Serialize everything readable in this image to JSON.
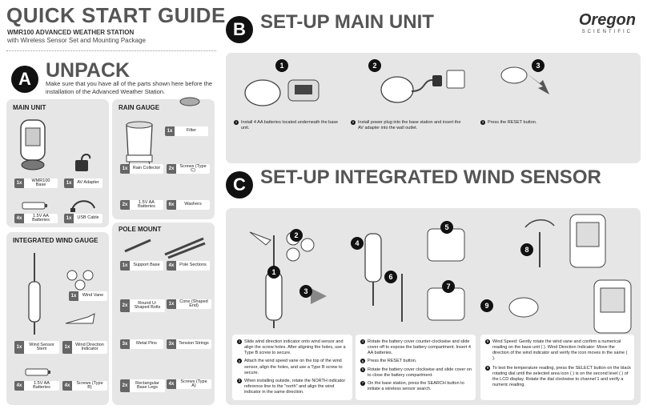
{
  "header": {
    "title": "QUICK START GUIDE",
    "subtitle_bold": "WMR100 ADVANCED WEATHER STATION",
    "subtitle": "with Wireless Sensor Set and Mounting Package"
  },
  "brand": {
    "name": "Oregon",
    "tagline": "SCIENTIFIC"
  },
  "section_a": {
    "letter": "A",
    "title": "UNPACK",
    "intro": "Make sure that you have all of the parts shown here before the installation of the Advanced Weather Station."
  },
  "main_unit": {
    "title": "MAIN UNIT",
    "items": [
      {
        "qty": "1x",
        "label": "WMR100 Base"
      },
      {
        "qty": "1x",
        "label": "AV Adapter"
      },
      {
        "qty": "4x",
        "label": "1.5V AA Batteries"
      },
      {
        "qty": "1x",
        "label": "USB Cable"
      }
    ]
  },
  "rain_gauge": {
    "title": "RAIN GAUGE",
    "items": [
      {
        "qty": "1x",
        "label": "Filter"
      },
      {
        "qty": "1x",
        "label": "Rain Collector"
      },
      {
        "qty": "2x",
        "label": "Screws (Type C)"
      },
      {
        "qty": "2x",
        "label": "1.5V AA Batteries"
      },
      {
        "qty": "6x",
        "label": "Washers"
      }
    ]
  },
  "wind_gauge": {
    "title": "INTEGRATED WIND GAUGE",
    "items": [
      {
        "qty": "1x",
        "label": "Wind Vane"
      },
      {
        "qty": "1x",
        "label": "Wind Sensor Stem"
      },
      {
        "qty": "1x",
        "label": "Wind Direction Indicator"
      },
      {
        "qty": "4x",
        "label": "1.5V AA Batteries"
      },
      {
        "qty": "4x",
        "label": "Screws (Type B)"
      }
    ]
  },
  "pole_mount": {
    "title": "POLE MOUNT",
    "items": [
      {
        "qty": "1x",
        "label": "Support Base"
      },
      {
        "qty": "4x",
        "label": "Pole Sections"
      },
      {
        "qty": "2x",
        "label": "Round U-Shaped Bolts"
      },
      {
        "qty": "1x",
        "label": "Cone (Shaped End)"
      },
      {
        "qty": "3x",
        "label": "Metal Pins"
      },
      {
        "qty": "3x",
        "label": "Tension Strings"
      },
      {
        "qty": "2x",
        "label": "Rectangular Base Legs"
      },
      {
        "qty": "4x",
        "label": "Screws (Type A)"
      }
    ]
  },
  "section_b": {
    "letter": "B",
    "title": "SET-UP MAIN UNIT",
    "steps": [
      {
        "num": "1",
        "text": "Install 4 AA batteries located underneath the base unit."
      },
      {
        "num": "2",
        "text": "Install power plug into the base station and insert the AV adapter into the wall outlet."
      },
      {
        "num": "3",
        "text": "Press the RESET button."
      }
    ]
  },
  "section_c": {
    "letter": "C",
    "title": "SET-UP INTEGRATED WIND SENSOR",
    "col1": [
      {
        "num": "1",
        "text": "Slide wind direction indicator onto wind sensor and align the screw holes. After aligning the holes, use a Type B screw to secure."
      },
      {
        "num": "2",
        "text": "Attach the wind speed vane on the top of the wind sensor, align the holes, and use a Type B screw to secure."
      },
      {
        "num": "3",
        "text": "When installing outside, rotate the NORTH indicator reference line to the \"north\" and align the wind indicator in the same direction."
      }
    ],
    "col2": [
      {
        "num": "4",
        "text": "Rotate the battery cover counter-clockwise and slide cover off to expose the battery compartment. Insert 4 AA batteries."
      },
      {
        "num": "5",
        "text": "Press the RESET button."
      },
      {
        "num": "6",
        "text": "Rotate the battery cover clockwise and slide cover on to close the battery compartment."
      },
      {
        "num": "7",
        "text": "On the base station, press the SEARCH button to initiate a wireless sensor search."
      }
    ],
    "col3": [
      {
        "num": "8",
        "text": "Wind Speed: Gently rotate the wind vane and confirm a numerical reading on the base unit ( ). Wind Direction Indicator: Move the direction of the wind indicator and verify the icon moves in the same ( )."
      },
      {
        "num": "9",
        "text": "To test the temperature reading, press the SELECT button on the black rotating dial until the selected area icon ( ) is on the second level ( ) of the LCD display. Rotate the dial clockwise to channel 1 and verify a numeric reading."
      }
    ]
  },
  "colors": {
    "badge": "#111111",
    "panel": "#e6e6e6",
    "qty_tag": "#666666",
    "heading": "#555555"
  },
  "icons": [
    "weather-station-icon",
    "battery-icon",
    "adapter-icon",
    "usb-cable-icon",
    "rain-gauge-icon",
    "wind-sensor-icon",
    "pole-icon",
    "arrow-icon"
  ]
}
